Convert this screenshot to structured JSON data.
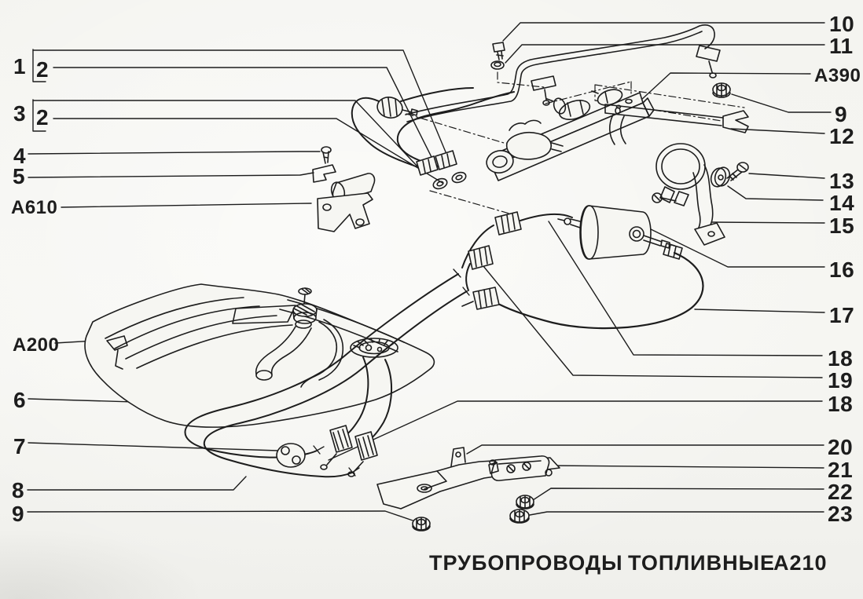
{
  "diagram": {
    "kind": "fuel-system-parts-diagram",
    "colors": {
      "ink": "#1d1d1d",
      "paper": "#f5f5f1"
    },
    "caption": {
      "word_left": "ТРУБОПРОВОДЫ",
      "word_right": "ТОПЛИВНЫЕ",
      "sheet_code": "А210"
    },
    "callouts": {
      "left": [
        {
          "id": "1",
          "label": "1"
        },
        {
          "id": "2a",
          "label": "2"
        },
        {
          "id": "3",
          "label": "3"
        },
        {
          "id": "2b",
          "label": "2"
        },
        {
          "id": "4",
          "label": "4"
        },
        {
          "id": "5",
          "label": "5"
        },
        {
          "id": "a610",
          "label": "А610"
        },
        {
          "id": "a200",
          "label": "А200"
        },
        {
          "id": "6",
          "label": "6"
        },
        {
          "id": "7",
          "label": "7"
        },
        {
          "id": "8",
          "label": "8"
        },
        {
          "id": "9l",
          "label": "9"
        }
      ],
      "right": [
        {
          "id": "10",
          "label": "10"
        },
        {
          "id": "11",
          "label": "11"
        },
        {
          "id": "a390",
          "label": "А390"
        },
        {
          "id": "9r",
          "label": "9"
        },
        {
          "id": "12",
          "label": "12"
        },
        {
          "id": "13",
          "label": "13"
        },
        {
          "id": "14",
          "label": "14"
        },
        {
          "id": "15",
          "label": "15"
        },
        {
          "id": "16",
          "label": "16"
        },
        {
          "id": "17",
          "label": "17"
        },
        {
          "id": "18a",
          "label": "18"
        },
        {
          "id": "19",
          "label": "19"
        },
        {
          "id": "18b",
          "label": "18"
        },
        {
          "id": "20",
          "label": "20"
        },
        {
          "id": "21",
          "label": "21"
        },
        {
          "id": "22",
          "label": "22"
        },
        {
          "id": "23",
          "label": "23"
        }
      ]
    }
  }
}
